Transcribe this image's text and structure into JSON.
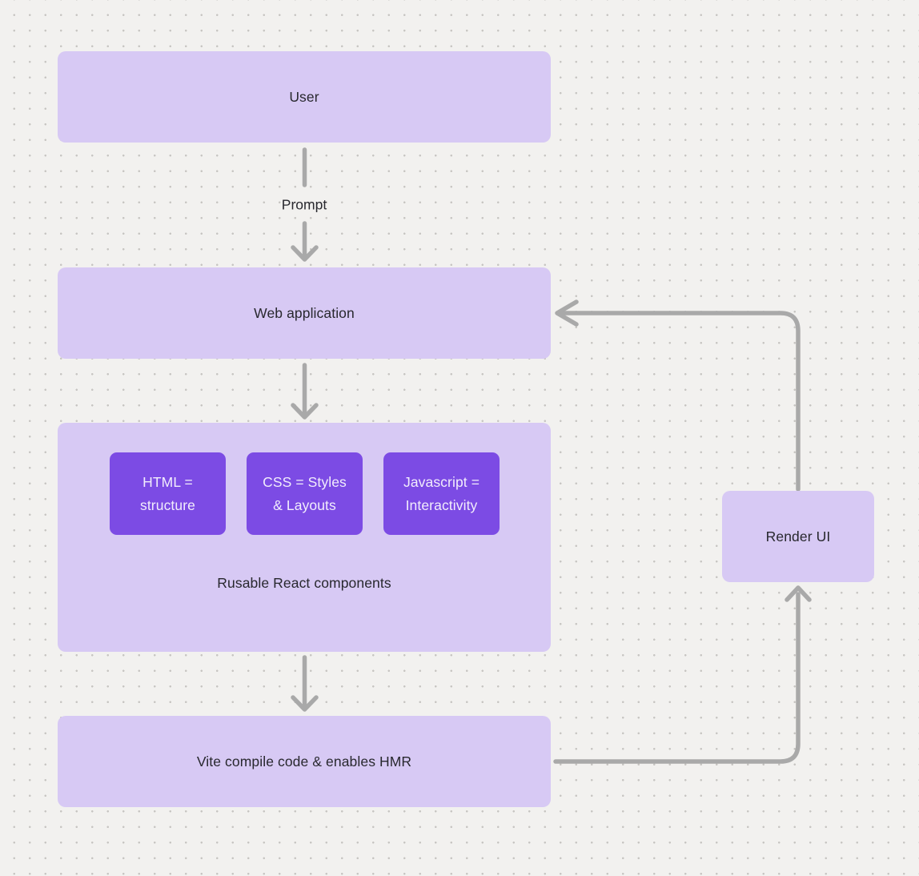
{
  "colors": {
    "background": "#f2f1ef",
    "grid_dot": "#c7c5c2",
    "node_fill_light": "#d7c9f4",
    "node_fill_dark": "#7c4be4",
    "arrow": "#a9a9a9",
    "text_dark": "#28282e",
    "text_light": "#f2edfc"
  },
  "diagram": {
    "nodes": {
      "user": {
        "label": "User"
      },
      "web_application": {
        "label": "Web application"
      },
      "components_group": {
        "caption": "Rusable React components",
        "children": [
          {
            "lines": [
              "HTML =",
              "structure"
            ]
          },
          {
            "lines": [
              "CSS = Styles",
              "& Layouts"
            ]
          },
          {
            "lines": [
              "Javascript =",
              "Interactivity"
            ]
          }
        ]
      },
      "vite": {
        "label": "Vite compile code & enables HMR"
      },
      "render_ui": {
        "label": "Render UI"
      }
    },
    "edges": [
      {
        "from": "user",
        "to": "web_application",
        "label": "Prompt"
      },
      {
        "from": "web_application",
        "to": "components_group",
        "label": ""
      },
      {
        "from": "components_group",
        "to": "vite",
        "label": ""
      },
      {
        "from": "vite",
        "to": "render_ui",
        "label": ""
      },
      {
        "from": "render_ui",
        "to": "web_application",
        "label": ""
      }
    ]
  }
}
